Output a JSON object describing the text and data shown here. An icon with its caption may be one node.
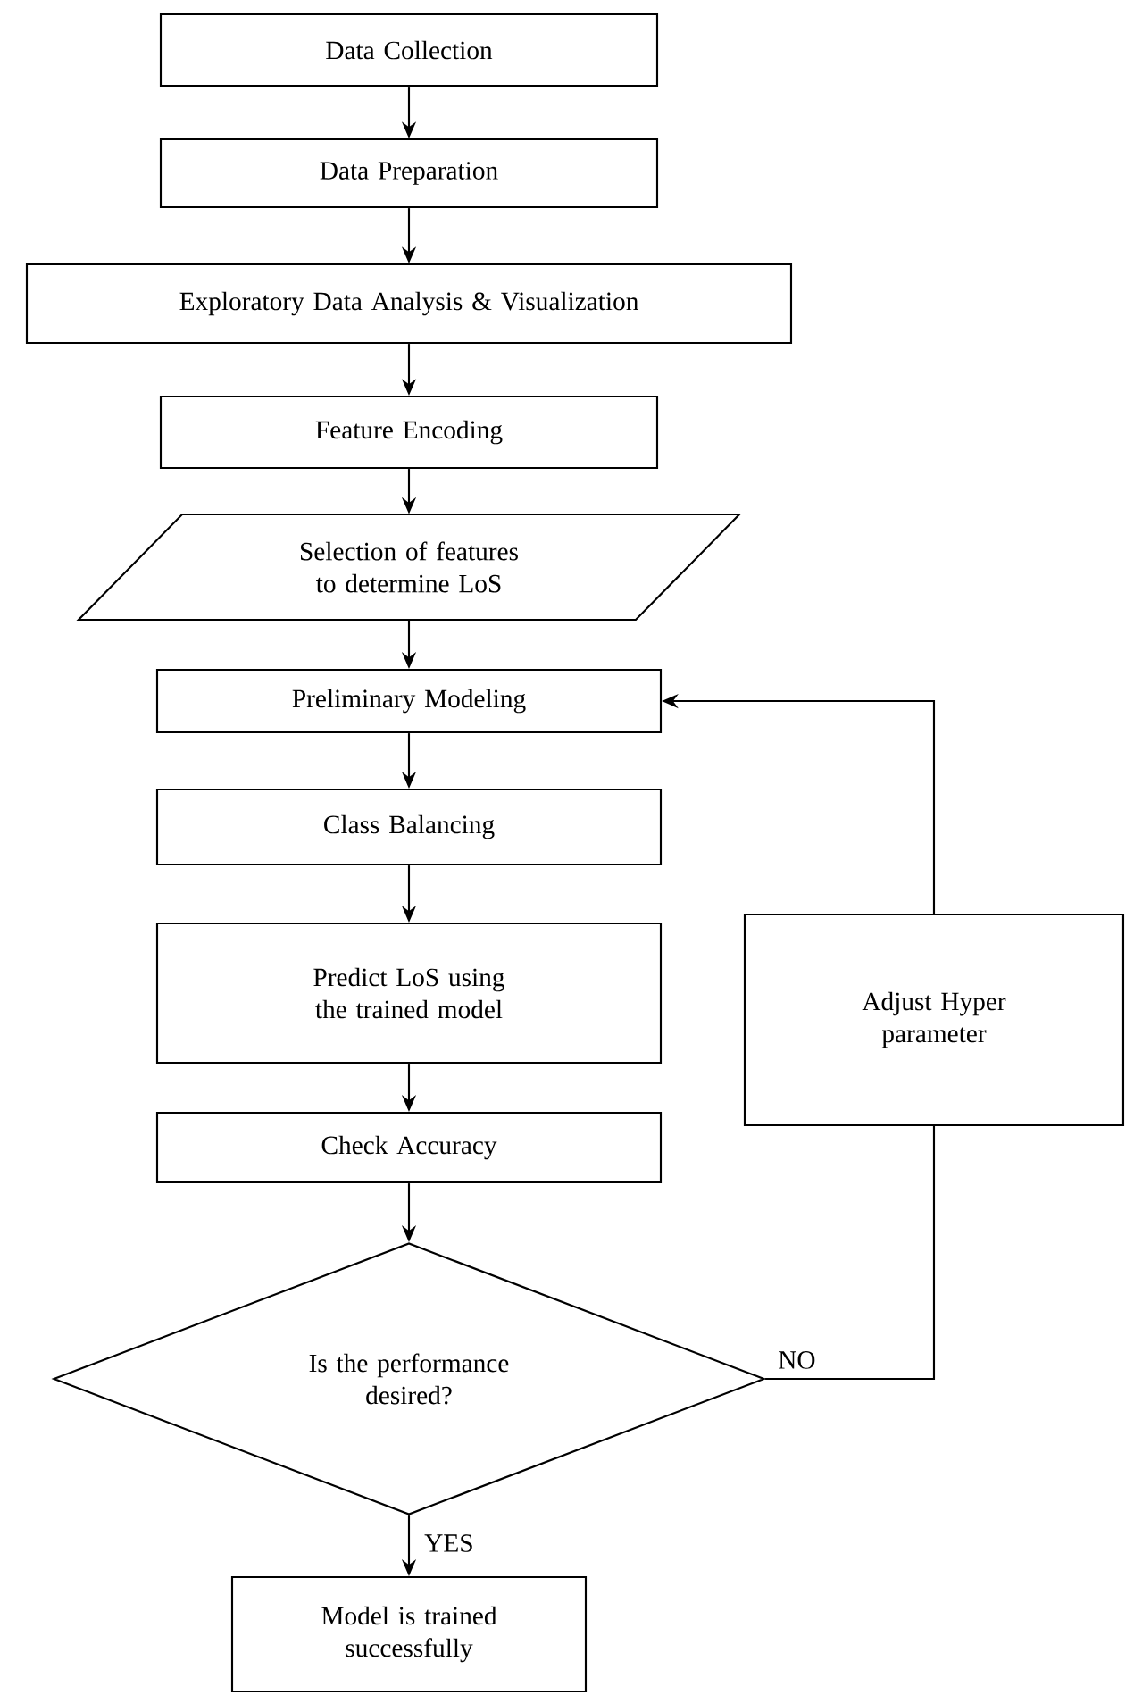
{
  "diagram": {
    "nodes": [
      {
        "text": [
          "Data Collection"
        ]
      },
      {
        "text": [
          "Data Preparation"
        ]
      },
      {
        "text": [
          "Exploratory Data Analysis & Visualization"
        ]
      },
      {
        "text": [
          "Feature Encoding"
        ]
      },
      {
        "text": [
          "Selection of features to determine LoS"
        ]
      },
      {
        "text": [
          "Preliminary Modeling"
        ]
      },
      {
        "text": [
          "Class Balancing"
        ]
      },
      {
        "text": [
          "Predict LoS using the trained model"
        ]
      },
      {
        "text": [
          "Check Accuracy"
        ]
      },
      {
        "text": [
          "Is the performance desired?"
        ]
      },
      {
        "text": [
          "Model is trained successfully"
        ]
      },
      {
        "text": [
          "Adjust Hyper parameter"
        ]
      }
    ],
    "edges": [
      {
        "from": 0,
        "to": 1,
        "arrow": "to"
      },
      {
        "from": 1,
        "to": 2,
        "arrow": "to"
      },
      {
        "from": 2,
        "to": 3,
        "arrow": "to"
      },
      {
        "from": 3,
        "to": 4,
        "arrow": "to"
      },
      {
        "from": 4,
        "to": 5,
        "arrow": "to"
      },
      {
        "from": 5,
        "to": 6,
        "arrow": "to"
      },
      {
        "from": 6,
        "to": 7,
        "arrow": "to"
      },
      {
        "from": 7,
        "to": 8,
        "arrow": "to"
      },
      {
        "from": 8,
        "to": 9,
        "arrow": "to"
      },
      {
        "from": 9,
        "to": 10,
        "arrow": "to",
        "label": "YES"
      },
      {
        "from": 9,
        "to": 11,
        "arrow": "none",
        "label": "NO"
      },
      {
        "from": 11,
        "to": 5,
        "arrow": "to"
      }
    ]
  }
}
